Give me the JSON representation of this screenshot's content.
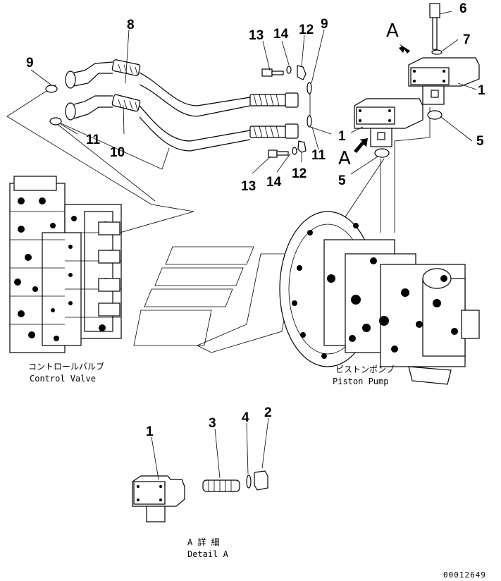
{
  "callouts": {
    "n1a": "1",
    "n1b": "1",
    "n1c": "1",
    "n2": "2",
    "n3": "3",
    "n4": "4",
    "n5a": "5",
    "n5b": "5",
    "n6": "6",
    "n7": "7",
    "n8": "8",
    "n9a": "9",
    "n9b": "9",
    "n10": "10",
    "n11a": "11",
    "n11b": "11",
    "n12a": "12",
    "n12b": "12",
    "n13a": "13",
    "n13b": "13",
    "n14a": "14",
    "n14b": "14"
  },
  "view_marker": {
    "a1": "A",
    "a2": "A"
  },
  "labels": {
    "control_valve_jp": "コントロールバルブ",
    "control_valve_en": "Control Valve",
    "piston_pump_jp": "ピストンポンプ",
    "piston_pump_en": "Piston Pump",
    "detail_jp": "A 詳 細",
    "detail_en": "Detail A"
  },
  "drawing_number": "00012649"
}
